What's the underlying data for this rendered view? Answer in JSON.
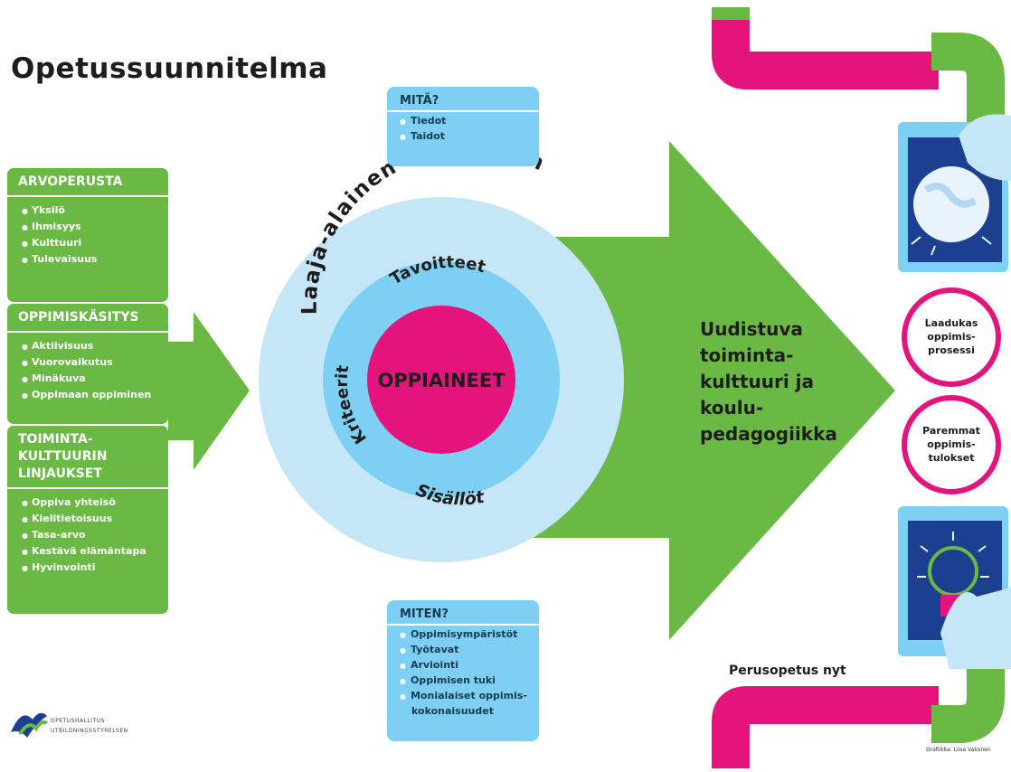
{
  "title": "Opetussuunnitelma",
  "arvoperusta": {
    "heading": "ARVOPERUSTA",
    "items": [
      "Yksilö",
      "Ihmisyys",
      "Kulttuuri",
      "Tulevaisuus"
    ]
  },
  "oppimiskasitys": {
    "heading": "OPPIMISKÄSITYS",
    "items": [
      "Aktiivisuus",
      "Vuorovaikutus",
      "Minäkuva",
      "Oppimaan oppiminen"
    ]
  },
  "toimintakulttuuri": {
    "heading_lines": [
      "TOIMINTA-",
      "KULTTUURIN",
      "LINJAUKSET"
    ],
    "items": [
      "Oppiva yhteisö",
      "Kielitietoisuus",
      "Tasa-arvo",
      "Kestävä elämäntapa",
      "Hyvinvointi"
    ]
  },
  "mita": {
    "heading": "MITÄ?",
    "items": [
      "Tiedot",
      "Taidot"
    ]
  },
  "miten": {
    "heading": "MITEN?",
    "items": [
      "Oppimisympäristöt",
      "Työtavat",
      "Arviointi",
      "Oppimisen tuki",
      "Monialaiset oppimis-",
      "kokonaisuudet"
    ]
  },
  "circle": {
    "outer_label": "Laaja-alainen osaaminen",
    "top_label": "Tavoitteet",
    "left_label": "Kriteerit",
    "bottom_label": "Sisällöt",
    "center_label": "OPPIAINEET"
  },
  "arrow_text_lines": [
    "Uudistuva",
    "toiminta-",
    "kulttuuri ja",
    "koulu-",
    "pedagogiikka"
  ],
  "outcome_circles": [
    {
      "lines": [
        "Laadukas",
        "oppimis-",
        "prosessi"
      ]
    },
    {
      "lines": [
        "Paremmat",
        "oppimis-",
        "tulokset"
      ]
    }
  ],
  "footer_label": "Perusopetus nyt",
  "credit": "Grafiikka: Liisa Vakonen",
  "logo_lines": [
    "OPETUSHALLITUS",
    "UTBILDNINGSSTYRELSEN"
  ],
  "colors": {
    "green": "#6bb945",
    "light_blue": "#c5e6f7",
    "mid_blue": "#7dcff3",
    "magenta": "#e4147c",
    "dark_blue": "#1d3f8f"
  }
}
